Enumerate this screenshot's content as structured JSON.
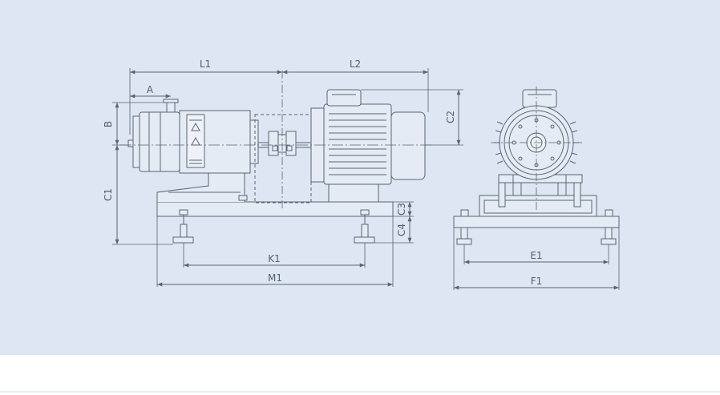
{
  "drawing": {
    "line_color": "#5a6472",
    "panel_color": "#dde6f2",
    "labels": {
      "l1": "L1",
      "l2": "L2",
      "a": "A",
      "b": "B",
      "c1": "C1",
      "c2": "C2",
      "c3": "C3",
      "c4": "C4",
      "k1": "K1",
      "m1": "M1",
      "e1": "E1",
      "f1": "F1"
    }
  }
}
